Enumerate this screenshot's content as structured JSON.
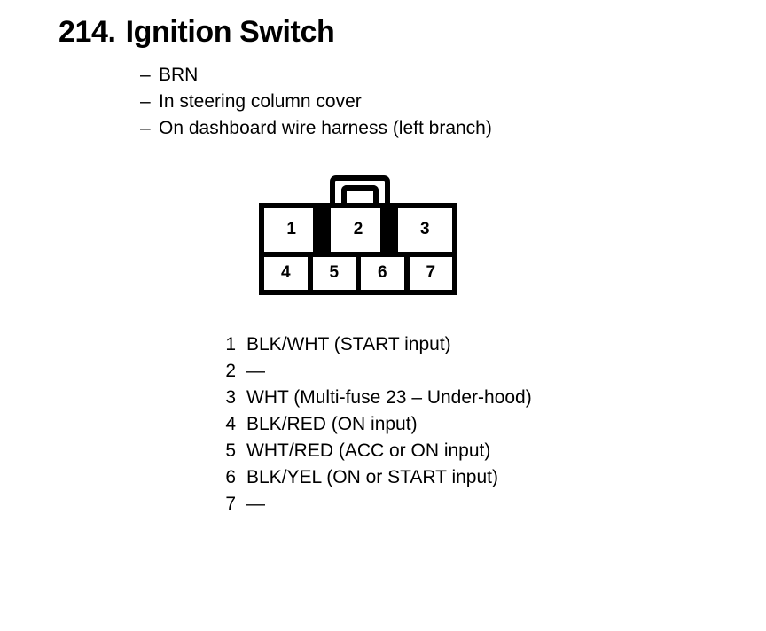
{
  "document": {
    "title_number": "214.",
    "title_text": "Ignition Switch",
    "specs": [
      {
        "dash": "–",
        "text": "BRN"
      },
      {
        "dash": "–",
        "text": "In steering column cover"
      },
      {
        "dash": "–",
        "text": "On dashboard wire harness (left branch)"
      }
    ]
  },
  "connector": {
    "latch_label": "connector-latch",
    "top_row": [
      {
        "cavity": "1"
      },
      {
        "cavity": "2"
      },
      {
        "cavity": "3"
      }
    ],
    "bottom_row": [
      {
        "cavity": "4"
      },
      {
        "cavity": "5"
      },
      {
        "cavity": "6"
      },
      {
        "cavity": "7"
      }
    ]
  },
  "legend": {
    "rows": [
      {
        "pin": "1",
        "desc": "BLK/WHT (START input)"
      },
      {
        "pin": "2",
        "desc": "—"
      },
      {
        "pin": "3",
        "desc": "WHT (Multi-fuse 23 – Under-hood)"
      },
      {
        "pin": "4",
        "desc": "BLK/RED (ON input)"
      },
      {
        "pin": "5",
        "desc": "WHT/RED (ACC or ON input)"
      },
      {
        "pin": "6",
        "desc": "BLK/YEL (ON or START input)"
      },
      {
        "pin": "7",
        "desc": "—"
      }
    ]
  },
  "colors": {
    "ink": "#000000",
    "paper": "#ffffff"
  }
}
